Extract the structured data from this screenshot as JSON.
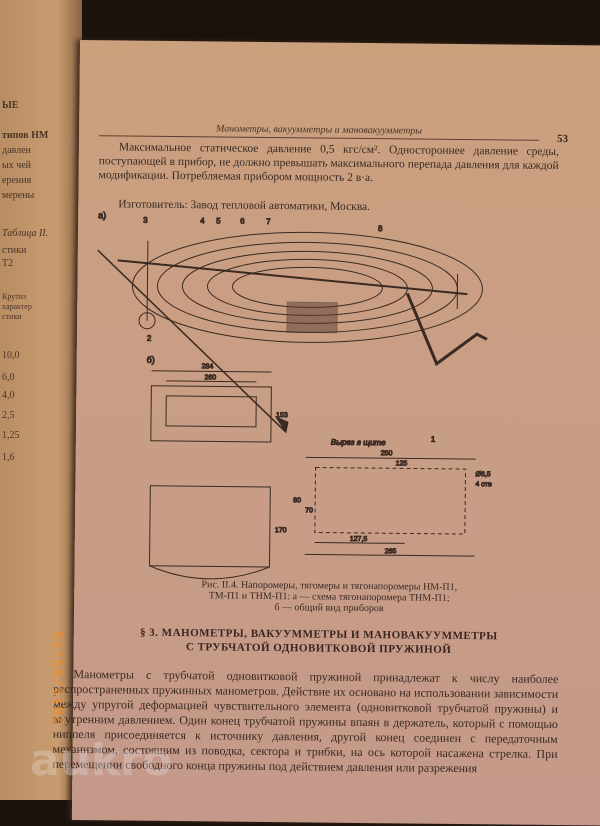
{
  "left_page": {
    "fragments": [
      "ЫЕ",
      "типов НМ",
      "давлен",
      "ых чей",
      "ерения",
      "мерены",
      "Таблица II.",
      "стики",
      "Т2",
      "Крутиз",
      "характер",
      "стики",
      "10,0",
      "6,0",
      "4,0",
      "2,5",
      "1,25",
      "1,6"
    ]
  },
  "header": {
    "running_title": "Манометры, вакуумметры и мановакуумметры",
    "page_number": "53"
  },
  "intro": {
    "paragraph": "Максимальное статическое давление 0,5 кгс/см². Одностороннее давление среды, поступающей в прибор, не должно превышать максимального перепада давления для каждой модификации. Потребляемая прибором мощность 2 в·а.",
    "manufacturer": "Изготовитель: Завод тепловой автоматики, Москва."
  },
  "figure": {
    "panel_a": "а)",
    "panel_b": "б)",
    "callouts": [
      "1",
      "2",
      "3",
      "4",
      "5",
      "6",
      "7",
      "8"
    ],
    "dimensions": [
      "284",
      "260",
      "153",
      "250",
      "125",
      "Ø6,5",
      "4 отв",
      "127,5",
      "265",
      "80",
      "70",
      "170"
    ],
    "cutout_label": "Вырез в щите",
    "caption_line1": "Рис. II.4. Напоромеры, тягомеры и тягонапоромеры НМ-П1,",
    "caption_line2": "ТМ-П1 и ТНМ-П1: а — схема тягонапоромера ТНМ-П1;",
    "caption_line3": "б — общий вид приборов"
  },
  "section": {
    "line1": "§ 3. МАНОМЕТРЫ, ВАКУУММЕТРЫ И МАНОВАКУУММЕТРЫ",
    "line2": "С ТРУБЧАТОЙ ОДНОВИТКОВОЙ ПРУЖИНОЙ"
  },
  "body": {
    "paragraph": "Манометры с трубчатой одновитковой пружиной принадлежат к числу наиболее распространенных пружинных манометров. Действие их основано на использовании зависимости между упругой деформацией чувствительного элемента (одновитковой трубчатой пружины) и внутренним давлением. Один конец трубчатой пружины впаян в держатель, который с помощью ниппеля присоединяется к источнику давления, другой конец соединен с передаточным механизмом, состоящим из поводка, сектора и трибки, на ось которой насажена стрелка. При перемещении свободного конца пружины под действием давления или разрежения"
  },
  "photo_stamp": "2012/09/24",
  "watermark": "aukro"
}
